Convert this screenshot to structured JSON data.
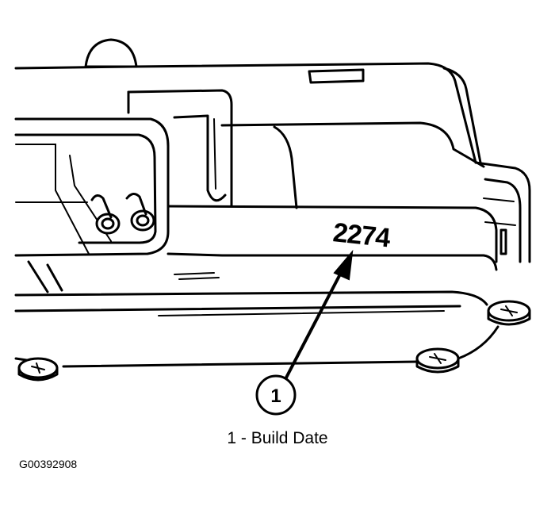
{
  "diagram": {
    "part_stamp": "2274",
    "callout_number": "1",
    "caption": "1 - Build Date",
    "figure_id": "G00392908"
  }
}
